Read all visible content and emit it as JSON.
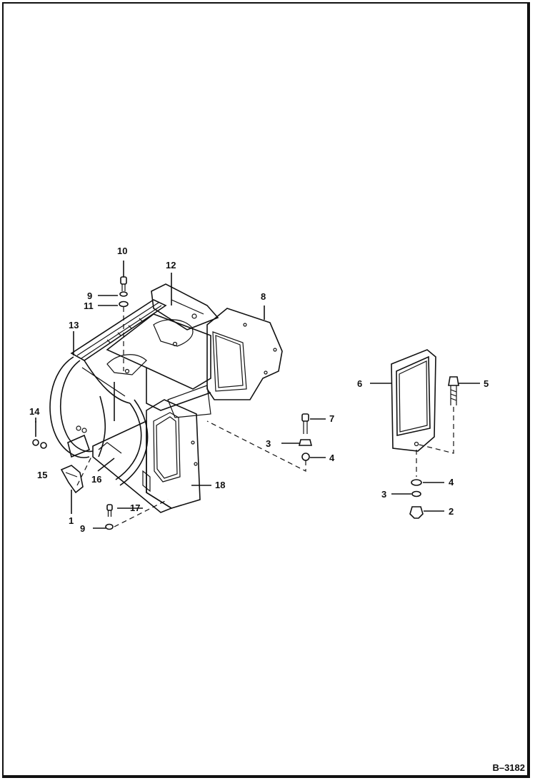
{
  "callouts": {
    "c1": "1",
    "c2": "2",
    "c3a": "3",
    "c3b": "3",
    "c4a": "4",
    "c4b": "4",
    "c5": "5",
    "c6": "6",
    "c7": "7",
    "c8": "8",
    "c9a": "9",
    "c9b": "9",
    "c10": "10",
    "c11": "11",
    "c12": "12",
    "c13": "13",
    "c14": "14",
    "c15": "15",
    "c16": "16",
    "c17": "17",
    "c18": "18"
  },
  "document_id": "B–3182"
}
